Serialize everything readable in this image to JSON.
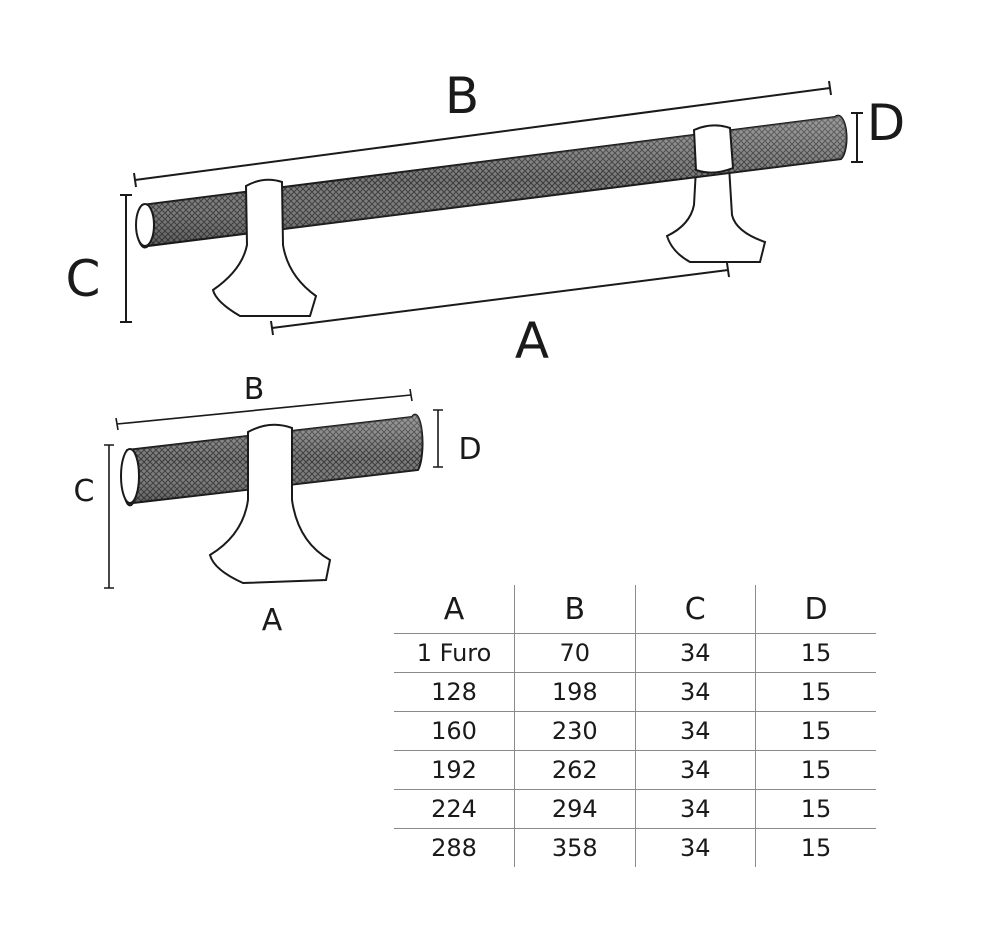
{
  "dimension_labels": {
    "large": {
      "a": "A",
      "b": "B",
      "c": "C",
      "d": "D"
    },
    "small": {
      "a": "A",
      "b": "B",
      "c": "C",
      "d": "D"
    }
  },
  "table": {
    "headers": [
      "A",
      "B",
      "C",
      "D"
    ],
    "rows": [
      [
        "1 Furo",
        "70",
        "34",
        "15"
      ],
      [
        "128",
        "198",
        "34",
        "15"
      ],
      [
        "160",
        "230",
        "34",
        "15"
      ],
      [
        "192",
        "262",
        "34",
        "15"
      ],
      [
        "224",
        "294",
        "34",
        "15"
      ],
      [
        "288",
        "358",
        "34",
        "15"
      ]
    ]
  },
  "colors": {
    "line": "#1a1a1a",
    "knurl": "#6b6b6b",
    "grid": "#8a8a8a"
  }
}
